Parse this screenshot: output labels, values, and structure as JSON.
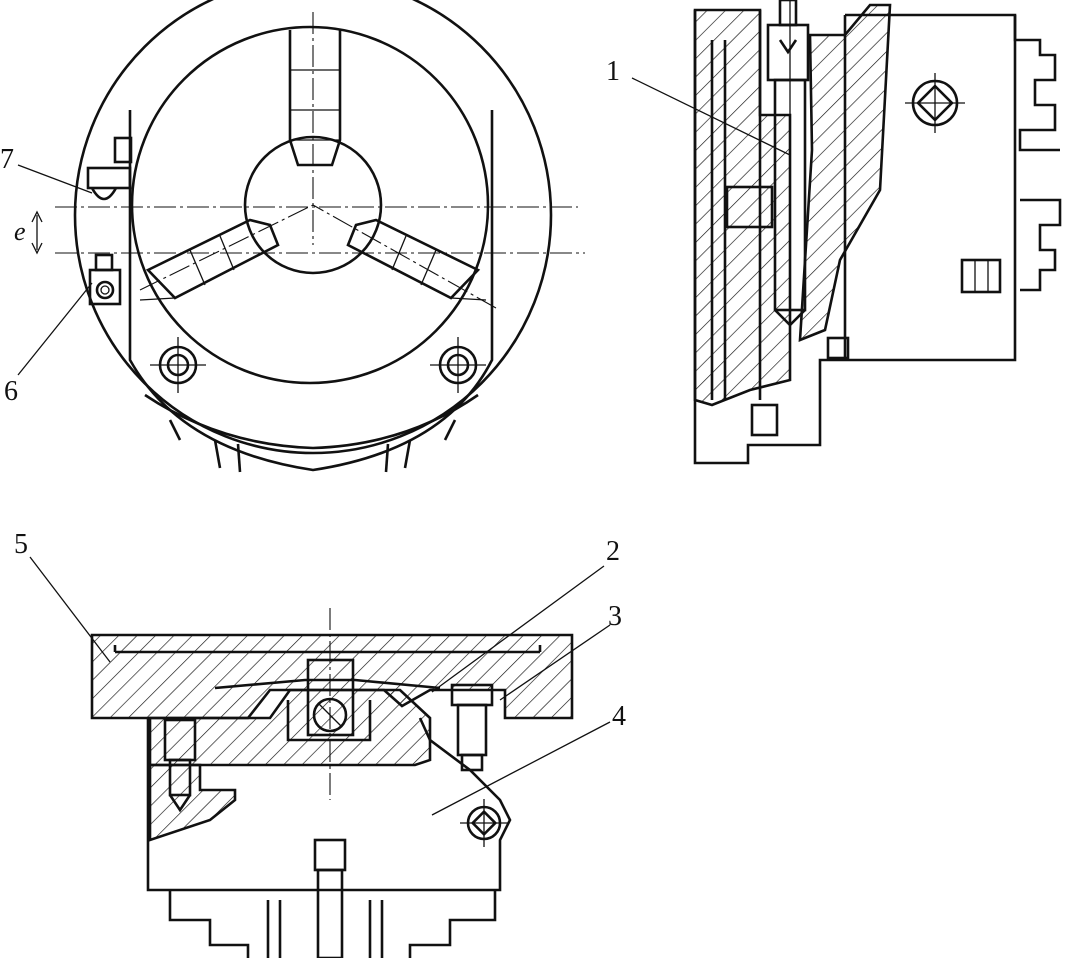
{
  "figure": {
    "callouts": [
      {
        "id": "part-1",
        "text": "1"
      },
      {
        "id": "part-2",
        "text": "2"
      },
      {
        "id": "part-3",
        "text": "3"
      },
      {
        "id": "part-4",
        "text": "4"
      },
      {
        "id": "part-5",
        "text": "5"
      },
      {
        "id": "part-6",
        "text": "6"
      },
      {
        "id": "part-7",
        "text": "7"
      }
    ],
    "dimension_symbol": "e"
  }
}
